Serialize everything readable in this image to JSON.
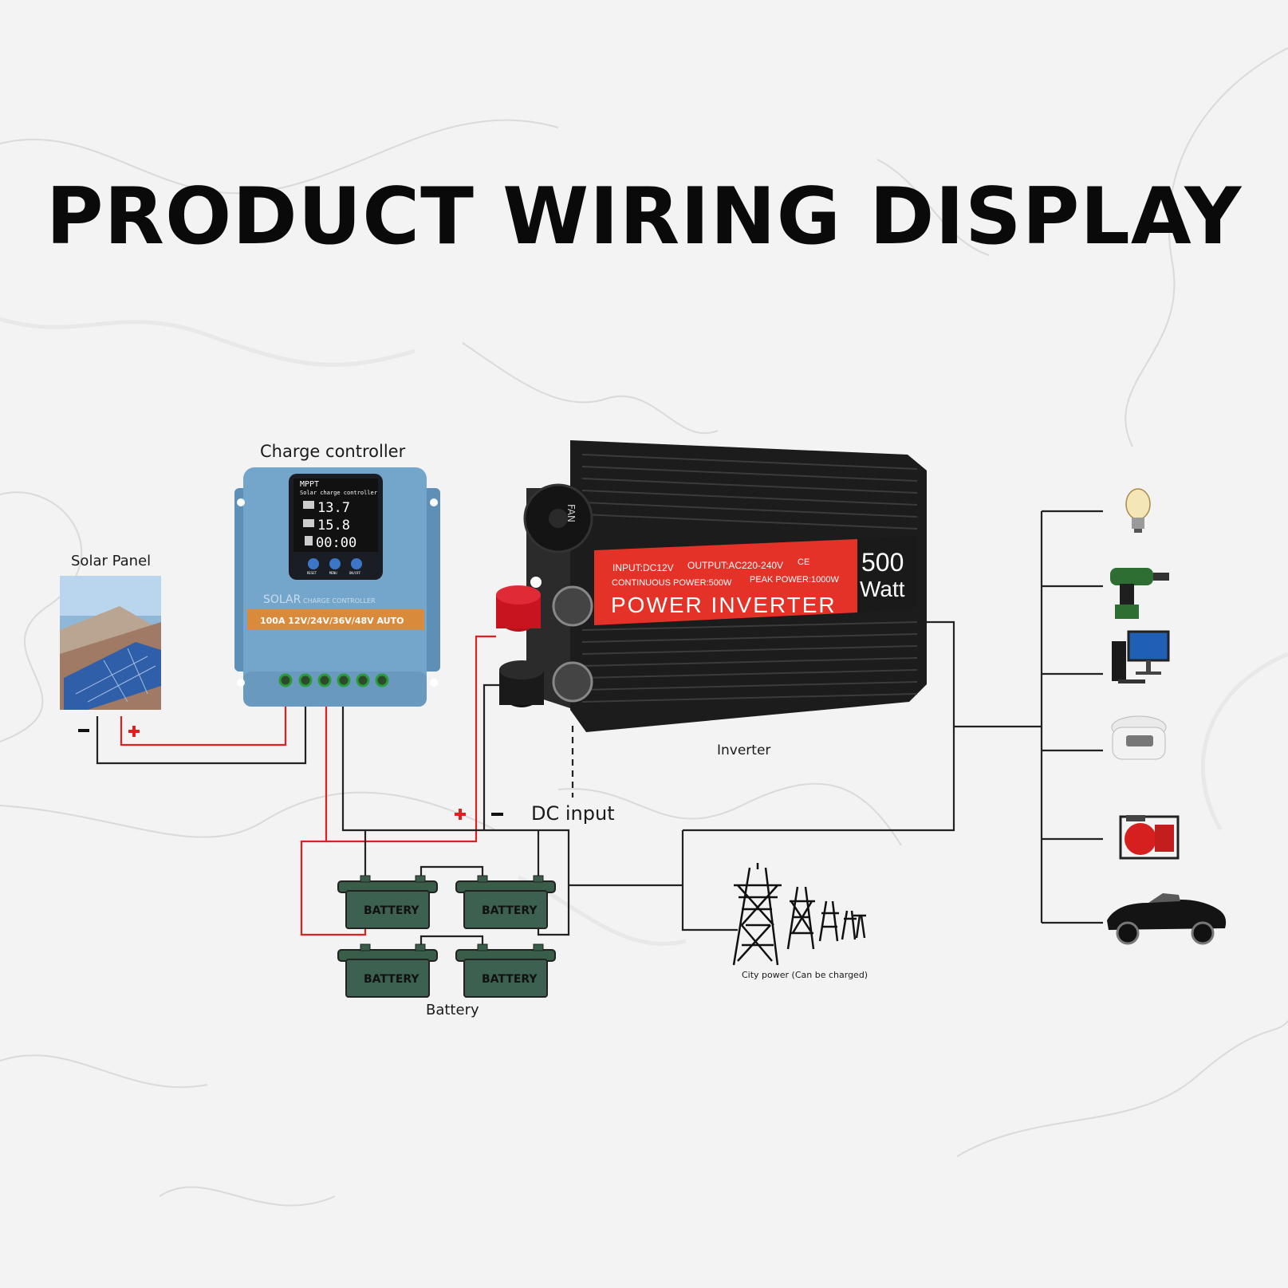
{
  "title": "PRODUCT WIRING DISPLAY",
  "labels": {
    "solar_panel": "Solar Panel",
    "charge_controller": "Charge controller",
    "inverter": "Inverter",
    "dc_input": "DC input",
    "battery": "Battery",
    "city_power": "City power (Can be charged)",
    "plus": "+",
    "minus": "-"
  },
  "controller": {
    "brand": "MPPT",
    "subtitle": "Solar charge controller",
    "reading_1": "13.7",
    "reading_2": "15.8",
    "reading_3": "00:00",
    "buttons": [
      "RESET",
      "MENU",
      "ON/OFF"
    ],
    "solar_text": "SOLAR",
    "series_text": "CHARGE CONTROLLER",
    "rating": "100A 12V/24V/36V/48V AUTO"
  },
  "inverter_label": {
    "input": "INPUT:DC12V",
    "output": "OUTPUT:AC220-240V",
    "ce": "CE",
    "continuous": "CONTINUOUS POWER:500W",
    "peak": "PEAK POWER:1000W",
    "name": "POWER INVERTER",
    "watt_value": "500",
    "watt_unit": "Watt",
    "fan": "FAN"
  },
  "batteries": [
    "BATTERY",
    "BATTERY",
    "BATTERY",
    "BATTERY"
  ],
  "devices": [
    "light-bulb",
    "cordless-drill",
    "desktop-computer",
    "rice-cooker",
    "water-pump",
    "car"
  ],
  "colors": {
    "wire_red": "#e02020",
    "wire_black": "#222222",
    "battery": "#3a5d4a",
    "controller": "#6e9fc4",
    "inverter_label": "#e53228"
  }
}
